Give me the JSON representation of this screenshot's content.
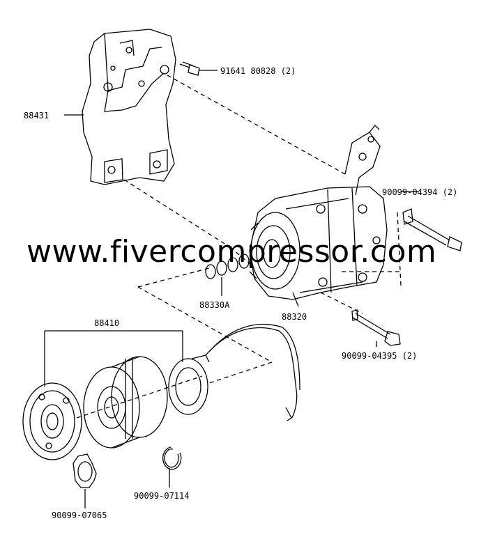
{
  "watermark": "www.fivercompressor.com",
  "labels": {
    "bracket": "88431",
    "stud_bolt": "91641  80828 (2)",
    "compressor": "88320",
    "shim_kit": "88330A",
    "bolt_upper": "90099-04394 (2)",
    "bolt_lower": "90099-04395 (2)",
    "clutch_assy": "88410",
    "snap_ring": "90099-07114",
    "shim_ring": "90099-07065"
  },
  "colors": {
    "line": "#000000",
    "background": "#ffffff"
  }
}
